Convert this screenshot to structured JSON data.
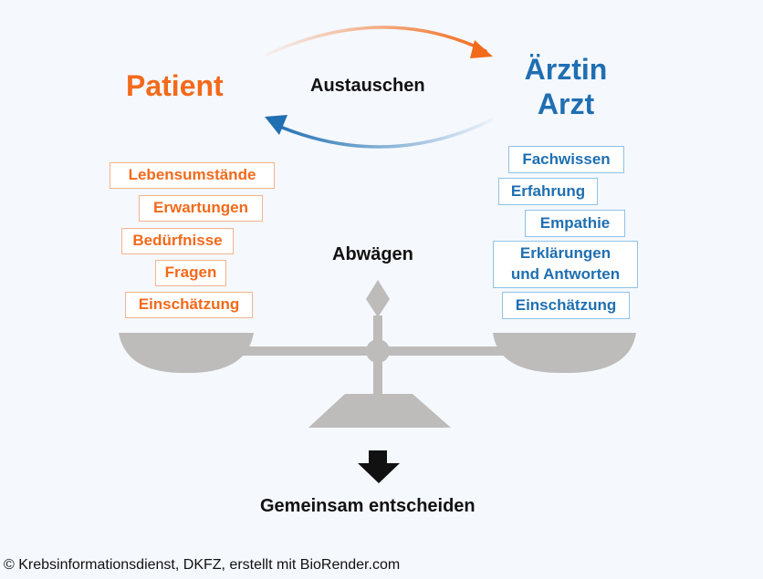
{
  "patient_title": "Patient",
  "doctor_title": [
    "Ärztin",
    "Arzt"
  ],
  "exchange_label": "Austauschen",
  "weigh_label": "Abwägen",
  "decide_label": "Gemeinsam entscheiden",
  "patient_factors": [
    "Lebensumstände",
    "Erwartungen",
    "Bedürfnisse",
    "Fragen",
    "Einschätzung"
  ],
  "doctor_factors": [
    "Fachwissen",
    "Erfahrung",
    "Empathie",
    "Erklärungen und Antworten",
    "Einschätzung"
  ],
  "doctor_factor_lines": [
    "Erklärungen",
    "und Antworten"
  ],
  "copyright": "© Krebsinformationsdienst, DKFZ, erstellt mit BioRender.com",
  "colors": {
    "patient": "#f26a1b",
    "doctor": "#1f6fb2",
    "scale": "#bdbcbb",
    "background": "#f5f8fd"
  }
}
